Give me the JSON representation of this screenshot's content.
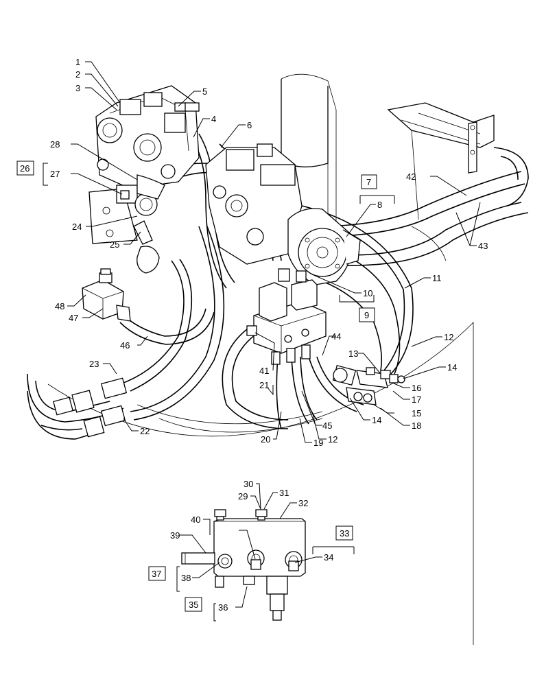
{
  "callouts": {
    "c1": "1",
    "c2": "2",
    "c3": "3",
    "c4": "4",
    "c5": "5",
    "c6": "6",
    "c7": "7",
    "c8": "8",
    "c9": "9",
    "c10": "10",
    "c11": "11",
    "c12a": "12",
    "c12b": "12",
    "c13": "13",
    "c14a": "14",
    "c14b": "14",
    "c15": "15",
    "c16": "16",
    "c17": "17",
    "c18": "18",
    "c19": "19",
    "c20": "20",
    "c21": "21",
    "c22": "22",
    "c23": "23",
    "c24": "24",
    "c25": "25",
    "c26": "26",
    "c27": "27",
    "c28": "28",
    "c29": "29",
    "c30": "30",
    "c31": "31",
    "c32": "32",
    "c33": "33",
    "c34": "34",
    "c35": "35",
    "c36": "36",
    "c37": "37",
    "c38": "38",
    "c39": "39",
    "c40": "40",
    "c41": "41",
    "c42": "42",
    "c43": "43",
    "c44": "44",
    "c45": "45",
    "c46": "46",
    "c47": "47",
    "c48": "48"
  }
}
